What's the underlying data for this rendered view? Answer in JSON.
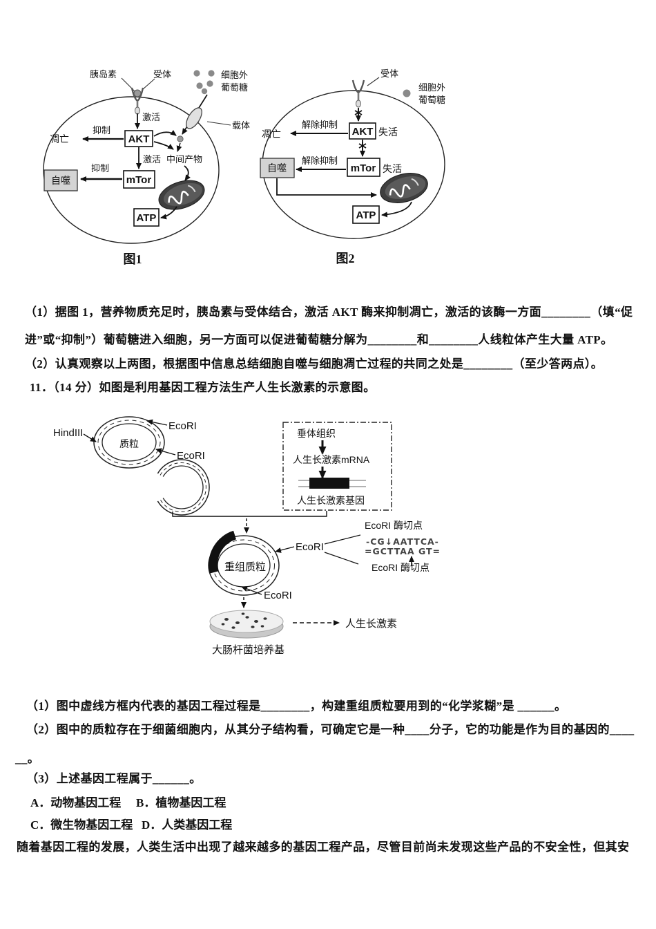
{
  "colors": {
    "text": "#111111",
    "shaded_box": "#d4d4d4",
    "mitochondria": "#3f3f3f"
  },
  "q10": {
    "fig1": {
      "caption": "图1",
      "labels": {
        "insulin": "胰岛素",
        "receptor": "受体",
        "extracellular": "细胞外",
        "glucose": "葡萄糖",
        "activate": "激活",
        "inhibit": "抑制",
        "apoptosis": "凋亡",
        "akt": "AKT",
        "carrier": "载体",
        "intermediate": "中间产物",
        "mtor": "mTor",
        "autophagy": "自噬",
        "atp": "ATP"
      }
    },
    "fig2": {
      "caption": "图2",
      "labels": {
        "receptor": "受体",
        "extracellular": "细胞外",
        "glucose": "葡萄糖",
        "release_inhibit": "解除抑制",
        "apoptosis": "凋亡",
        "akt": "AKT",
        "inactivated": "失活",
        "mtor": "mTor",
        "autophagy": "自噬",
        "atp": "ATP"
      }
    },
    "q1_line1": "（1）据图 1，营养物质充足时，胰岛素与受体结合，激活 AKT 酶来抑制凋亡，激活的该酶一方面________（填“促",
    "q1_line2": "进”或“抑制”）葡萄糖进入细胞，另一方面可以促进葡萄糖分解为________和________人线粒体产生大量 ATP。",
    "q2_line": "（2）认真观察以上两图，根据图中信息总结细胞自噬与细胞凋亡过程的共同之处是________（至少答两点）。"
  },
  "q11": {
    "stem": "11．（14 分）如图是利用基因工程方法生产人生长激素的示意图。",
    "fig": {
      "hindiii": "HindIII",
      "ecori": "EcoRI",
      "plasmid": "质粒",
      "pituitary": "垂体组织",
      "mrna": "人生长激素mRNA",
      "gene": "人生长激素基因",
      "recombinant": "重组质粒",
      "cutsite": "EcoRI 酶切点",
      "seq_top": "-CG↓AATTCA-",
      "seq_bottom": "=GCTTAA GT=",
      "medium": "大肠杆菌培养基",
      "hormone": "人生长激素"
    },
    "q1_line": "（1）图中虚线方框内代表的基因工程过程是________，构建重组质粒要用到的“化学浆糊”是 ______。",
    "q2_line": "（2）图中的质粒存在于细菌细胞内，从其分子结构看，可确定它是一种____分子，它的功能是作为目的基因的____",
    "q2_cont": "__。",
    "q3_line": "（3）上述基因工程属于______。",
    "optionA": "A．动物基因工程",
    "optionB": "B．植物基因工程",
    "optionC": "C．微生物基因工程",
    "optionD": "D．人类基因工程",
    "tail": "随着基因工程的发展，人类生活中出现了越来越多的基因工程产品，尽管目前尚未发现这些产品的不安全性，但其安"
  }
}
